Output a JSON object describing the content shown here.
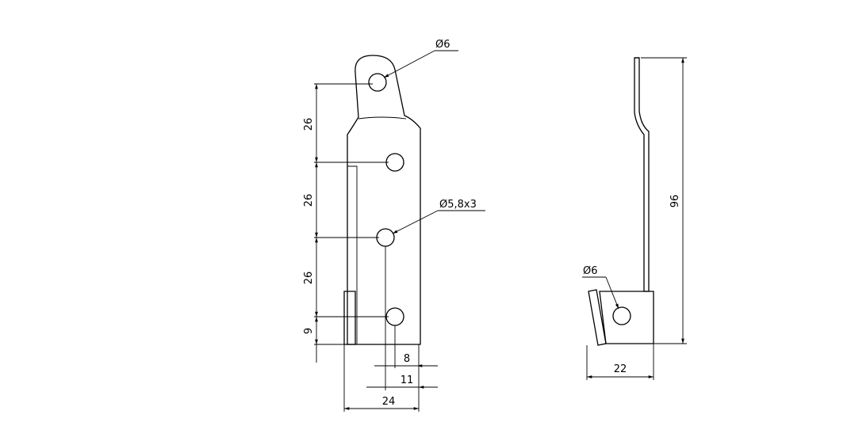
{
  "front_view": {
    "dims_vertical": [
      "26",
      "26",
      "26",
      "9"
    ],
    "dims_horizontal": [
      "8",
      "11",
      "24"
    ],
    "hole_top_label": "Ø6",
    "hole_pattern_label": "Ø5,8x3"
  },
  "side_view": {
    "height_label": "96",
    "width_label": "22",
    "hole_label": "Ø6"
  }
}
